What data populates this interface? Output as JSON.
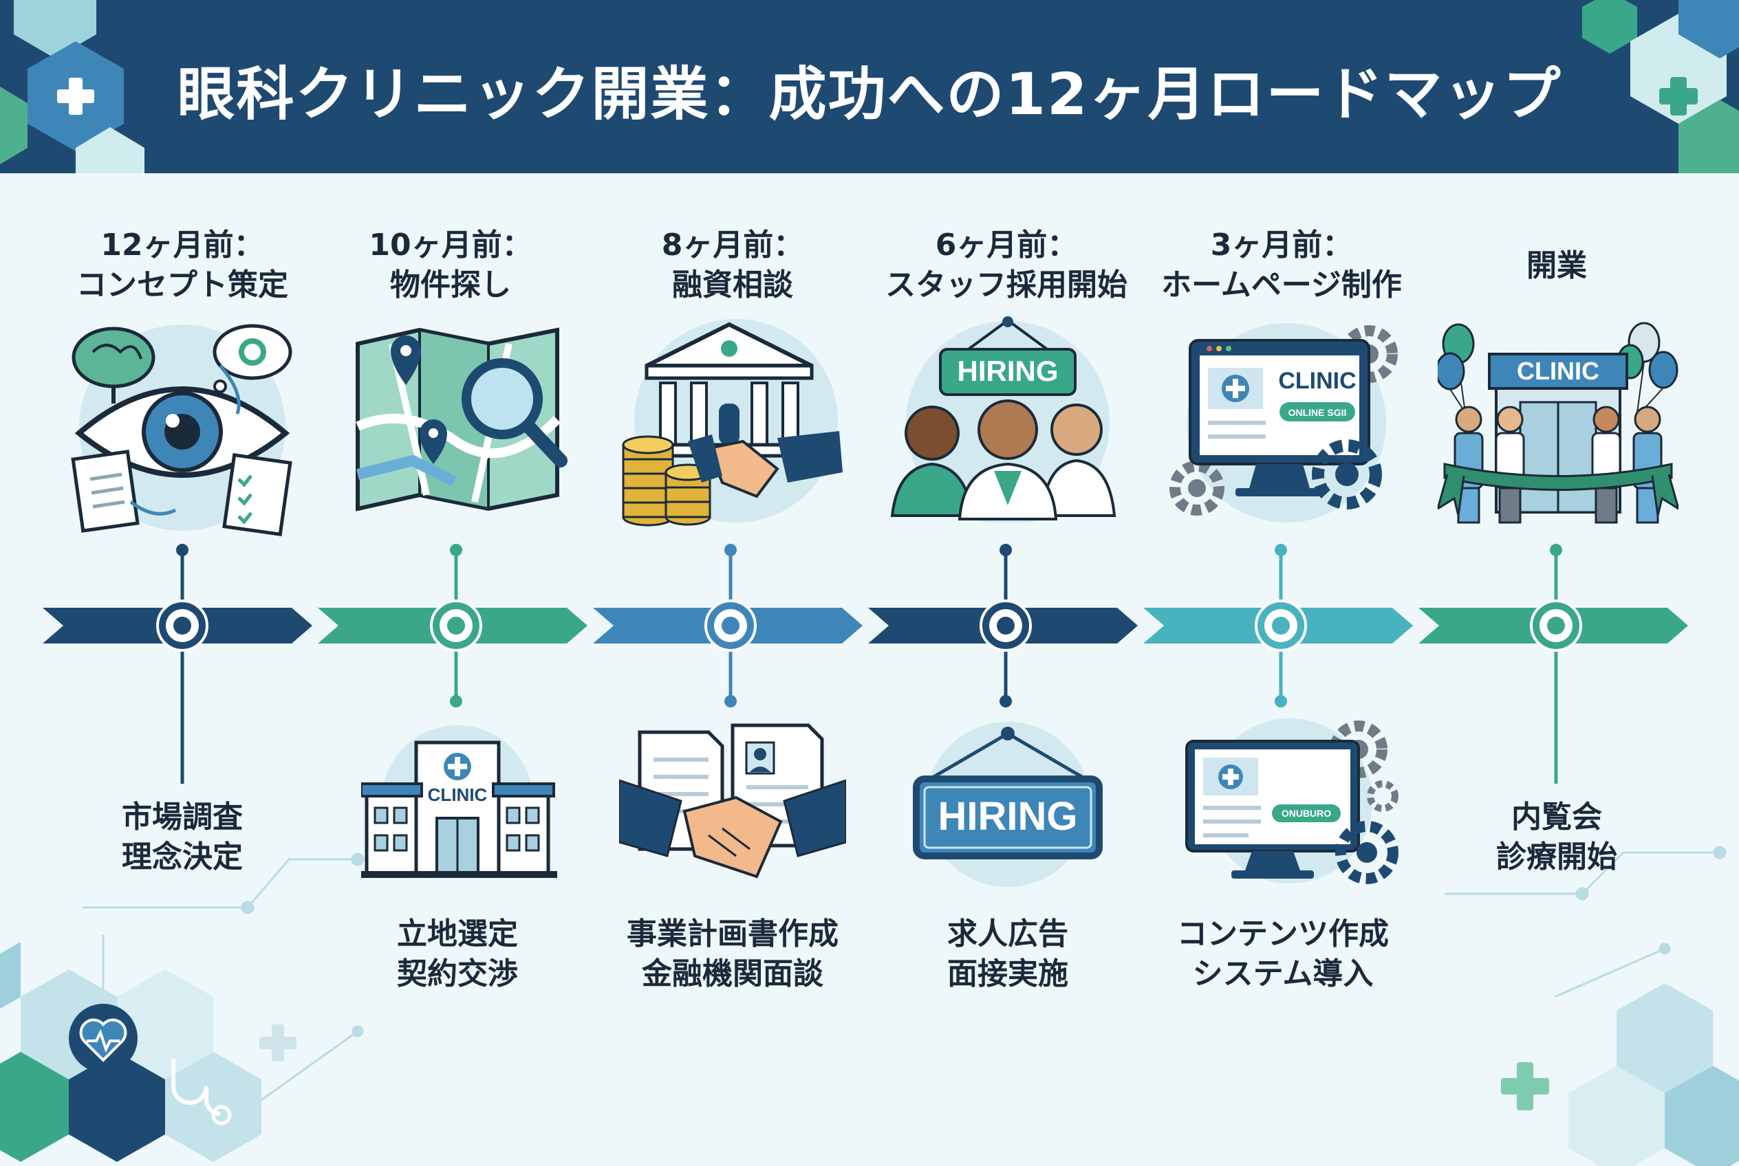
{
  "title": "眼科クリニック開業：成功への12ヶ月ロードマップ",
  "milestones": [
    {
      "when": "12ヶ月前：",
      "what": "コンセプト策定",
      "tasks": [
        "市場調査",
        "理念決定"
      ]
    },
    {
      "when": "10ヶ月前：",
      "what": "物件探し",
      "tasks": [
        "立地選定",
        "契約交渉"
      ]
    },
    {
      "when": "8ヶ月前：",
      "what": "融資相談",
      "tasks": [
        "事業計画書作成",
        "金融機関面談"
      ]
    },
    {
      "when": "6ヶ月前：",
      "what": "スタッフ採用開始",
      "tasks": [
        "求人広告",
        "面接実施"
      ]
    },
    {
      "when": "3ヶ月前：",
      "what": "ホームページ制作",
      "tasks": [
        "コンテンツ作成",
        "システム導入"
      ]
    },
    {
      "when": "",
      "what": "開業",
      "tasks": [
        "内覧会",
        "診療開始"
      ]
    }
  ],
  "icon_text": {
    "hiring_sign_top": "HIRING",
    "hiring_sign_bottom": "HIRING",
    "clinic_web_top": "CLINIC",
    "online_button_top": "ONLINE SGII",
    "clinic_building": "CLINIC",
    "clinic_opening": "CLINIC",
    "web_button_bottom": "ONUBURO"
  },
  "colors": {
    "navy": "#1e4a72",
    "teal": "#3aa888",
    "blue": "#3f86b8",
    "aqua": "#48b3bf",
    "background": "#eef7fa"
  }
}
